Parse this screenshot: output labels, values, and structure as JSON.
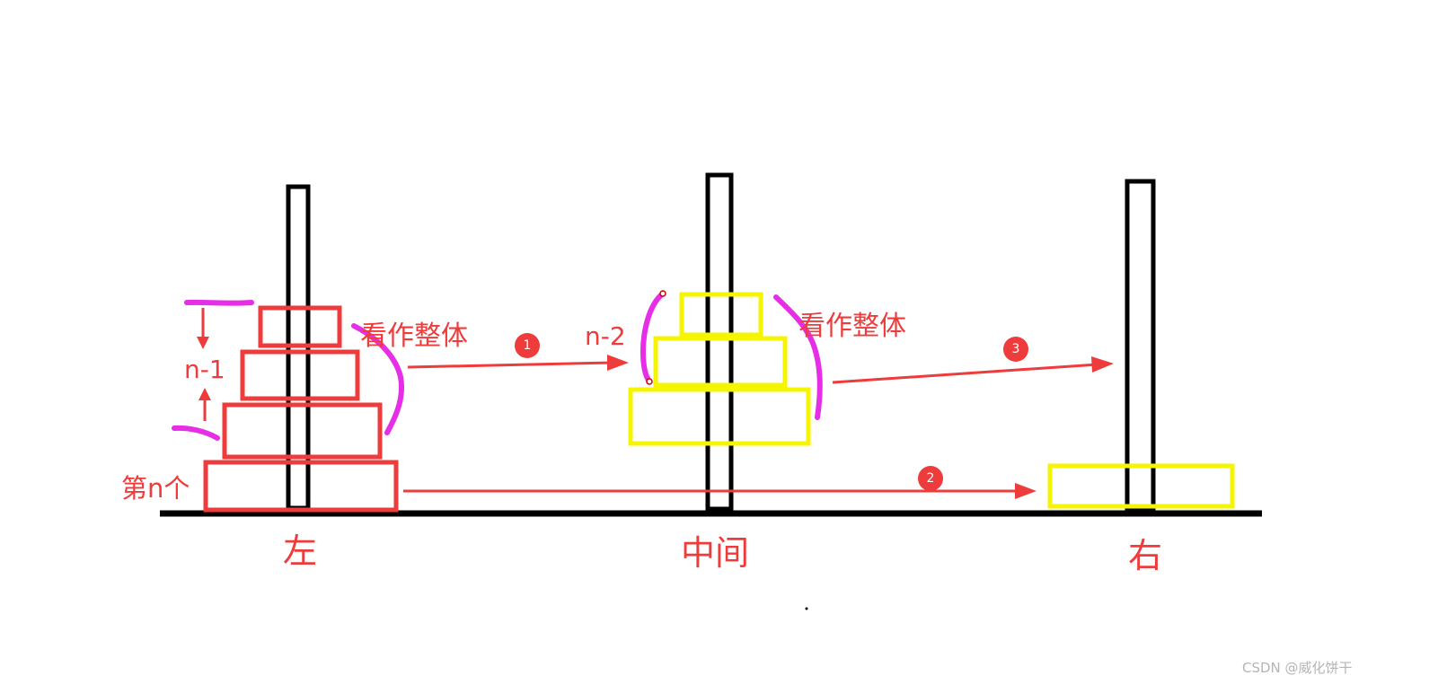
{
  "colors": {
    "red": "#ee3b3b",
    "yellow": "#f5f500",
    "magenta": "#e62ee6",
    "black": "#000000"
  },
  "pegs": {
    "left": "左",
    "middle": "中间",
    "right": "右"
  },
  "labels": {
    "n_minus_1": "n-1",
    "n_minus_2": "n-2",
    "as_whole_left": "看作整体",
    "as_whole_middle": "看作整体",
    "nth_disk": "第n个"
  },
  "steps": {
    "one": "1",
    "two": "2",
    "three": "3"
  },
  "watermark": "CSDN @威化饼干"
}
